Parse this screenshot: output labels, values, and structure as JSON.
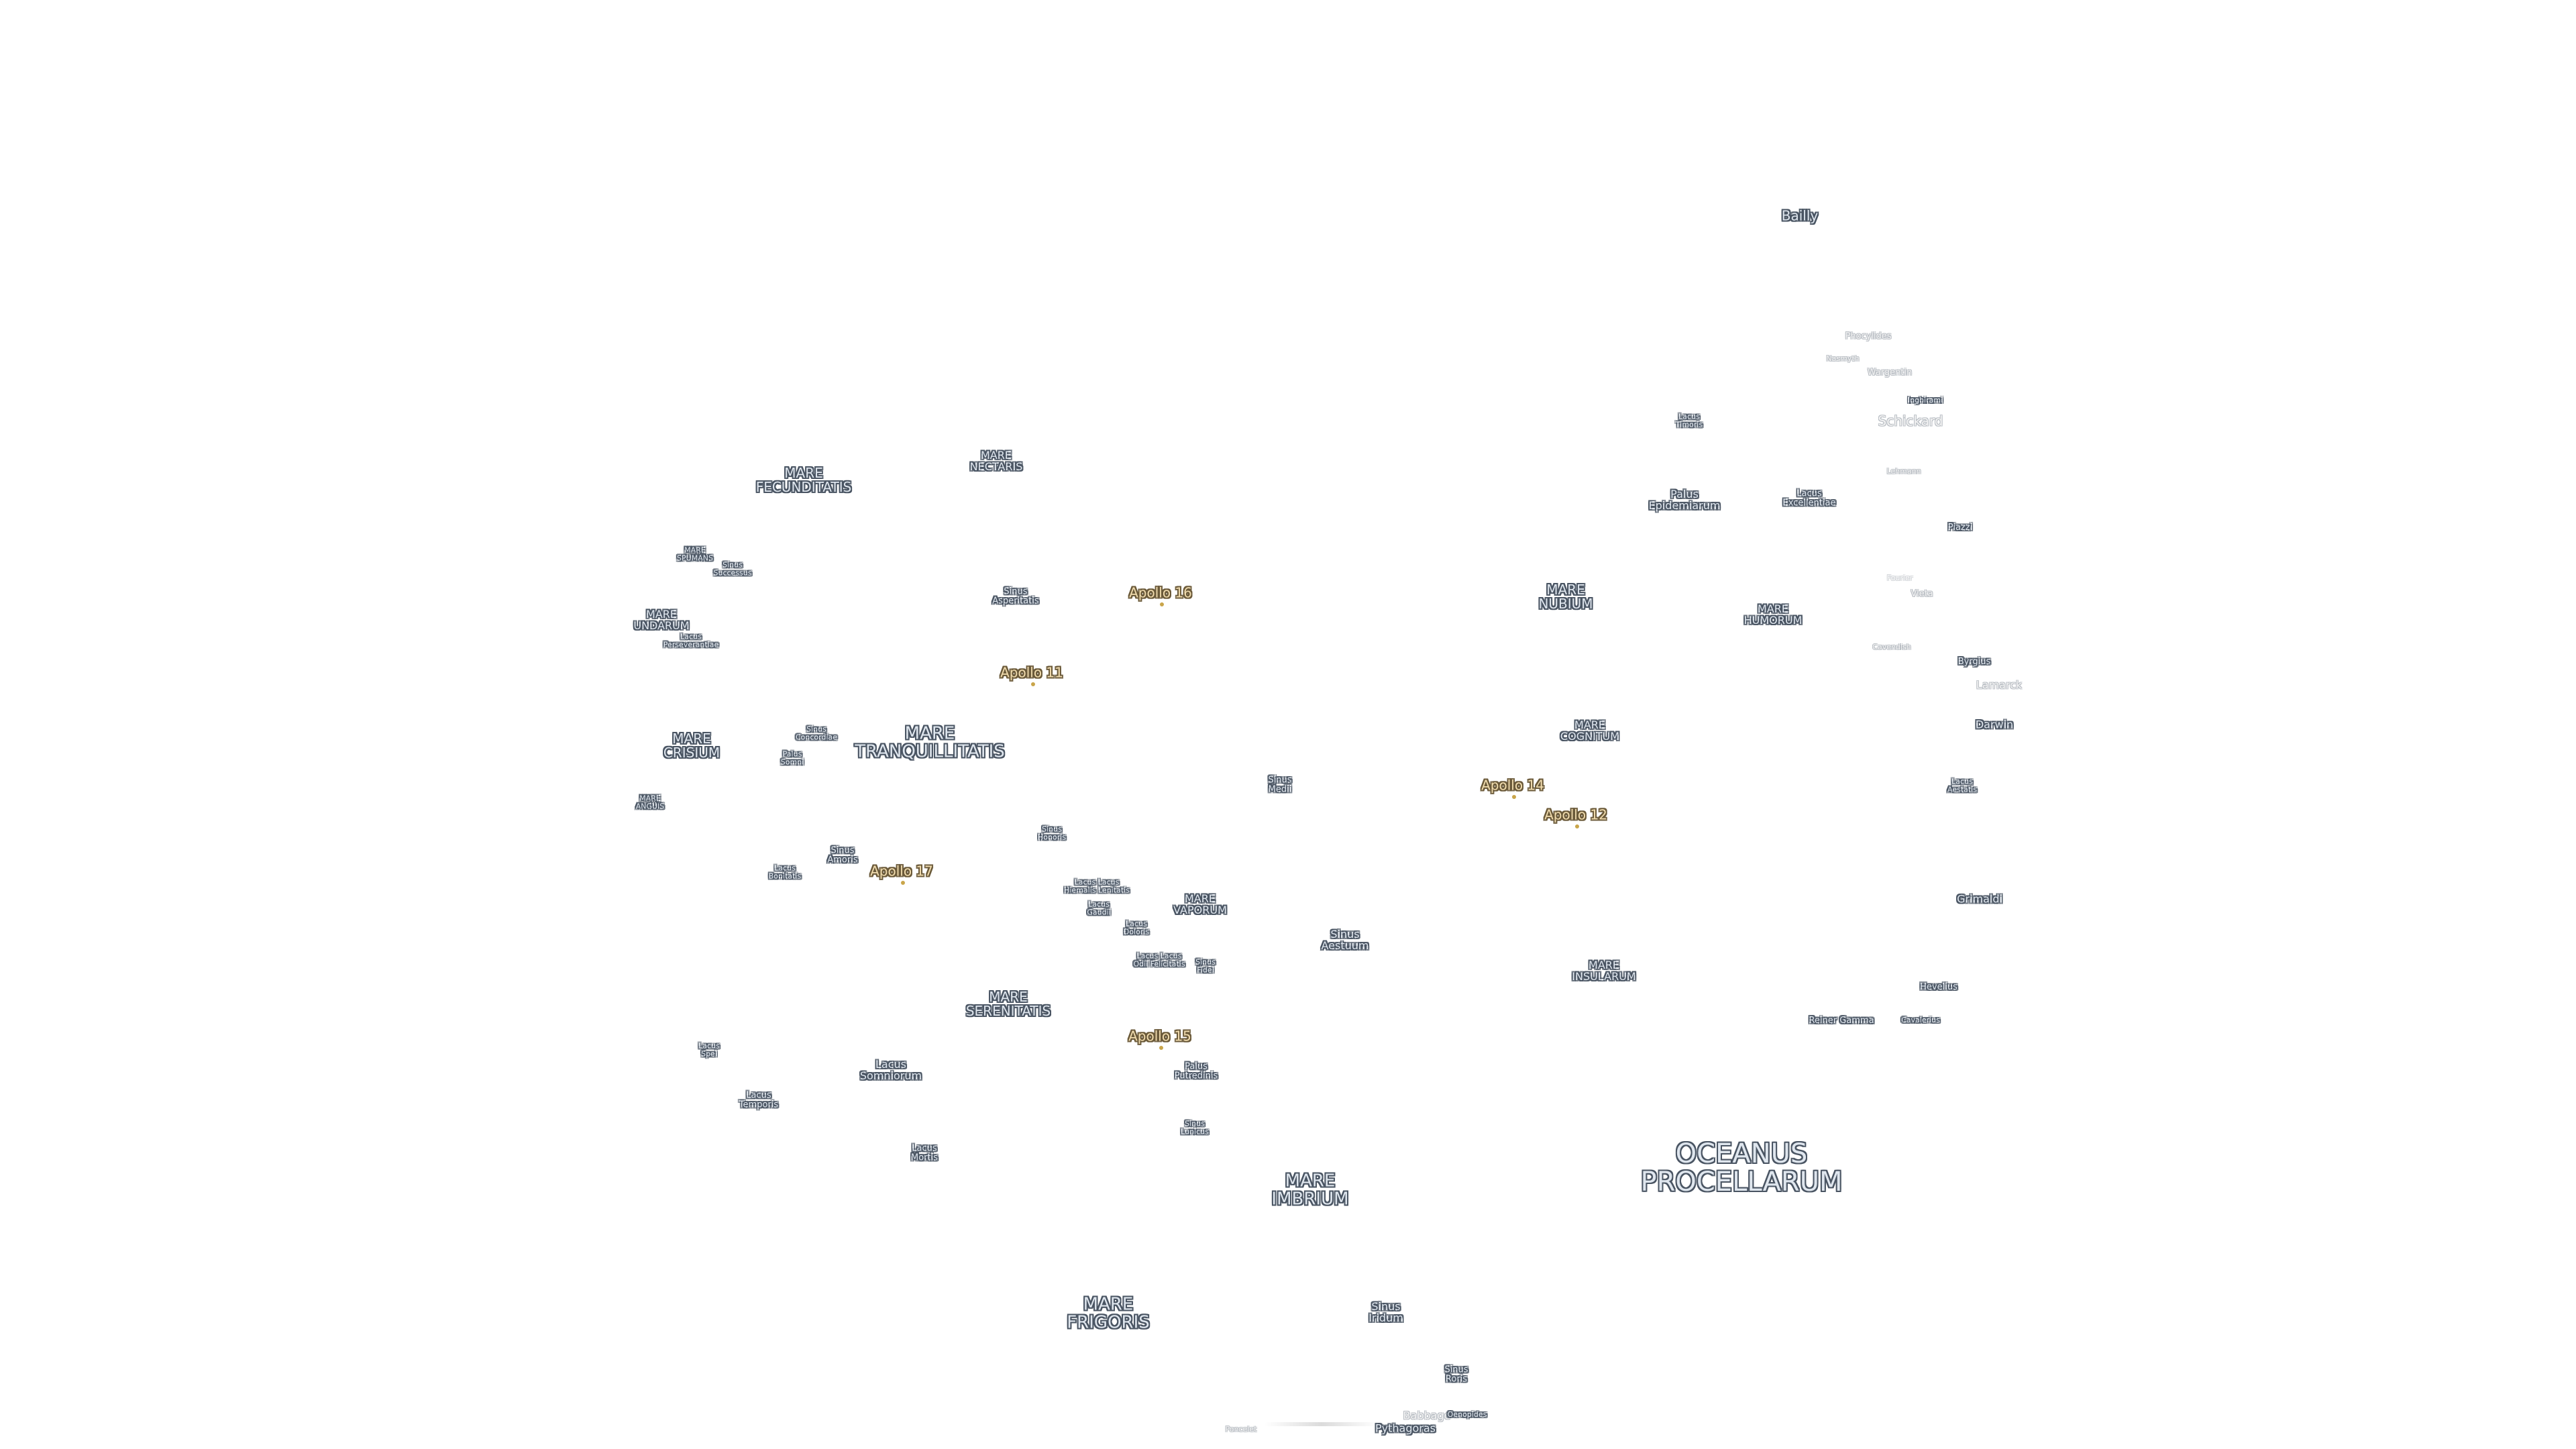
{
  "map": {
    "labels": [
      {
        "id": "bailly",
        "text": "Bailly",
        "kind": "crater",
        "sz": "m"
      },
      {
        "id": "phocylides",
        "text": "Phocylides",
        "kind": "faint",
        "sz": "xs"
      },
      {
        "id": "nasmyth",
        "text": "Nasmyth",
        "kind": "faint",
        "sz": "xxs"
      },
      {
        "id": "wargentin",
        "text": "Wargentin",
        "kind": "faint",
        "sz": "xs"
      },
      {
        "id": "inghirami",
        "text": "Inghirami",
        "kind": "crater",
        "sz": "xxs"
      },
      {
        "id": "schickard",
        "text": "Schickard",
        "kind": "faint",
        "sz": "m"
      },
      {
        "id": "lacus-timoris",
        "text": "Lacus\nTimoris",
        "kind": "feature",
        "sz": "xxs"
      },
      {
        "id": "lehmann",
        "text": "Lehmann",
        "kind": "faint",
        "sz": "xxs"
      },
      {
        "id": "palus-epidemiarum",
        "text": "Palus\nEpidemiarum",
        "kind": "feature",
        "sz": "s"
      },
      {
        "id": "lacus-excellentiae",
        "text": "Lacus\nExcellentiae",
        "kind": "feature",
        "sz": "xs"
      },
      {
        "id": "piazzi",
        "text": "Piazzi",
        "kind": "crater",
        "sz": "xs"
      },
      {
        "id": "mare-nubium",
        "text": "MARE\nNUBIUM",
        "kind": "mare",
        "sz": "m"
      },
      {
        "id": "fourier",
        "text": "Fourier",
        "kind": "faint2",
        "sz": "xxs"
      },
      {
        "id": "vieta",
        "text": "Vieta",
        "kind": "faint",
        "sz": "xs"
      },
      {
        "id": "mare-humorum",
        "text": "MARE\nHUMORUM",
        "kind": "mare",
        "sz": "s"
      },
      {
        "id": "cavendish",
        "text": "Cavendish",
        "kind": "faint",
        "sz": "xxs"
      },
      {
        "id": "byrgius",
        "text": "Byrgius",
        "kind": "crater",
        "sz": "xs"
      },
      {
        "id": "lamarck",
        "text": "Lamarck",
        "kind": "faint",
        "sz": "s"
      },
      {
        "id": "darwin",
        "text": "Darwin",
        "kind": "crater",
        "sz": "s"
      },
      {
        "id": "mare-cognitum",
        "text": "MARE\nCOGNITUM",
        "kind": "mare",
        "sz": "s"
      },
      {
        "id": "lacus-aestatis",
        "text": "Lacus\nAestatis",
        "kind": "feature",
        "sz": "xxs"
      },
      {
        "id": "grimaldi",
        "text": "Grimaldi",
        "kind": "crater",
        "sz": "s"
      },
      {
        "id": "mare-insularum",
        "text": "MARE\nINSULARUM",
        "kind": "mare",
        "sz": "s"
      },
      {
        "id": "hevelius",
        "text": "Hevelius",
        "kind": "crater",
        "sz": "xs"
      },
      {
        "id": "reiner-gamma",
        "text": "Reiner Gamma",
        "kind": "crater",
        "sz": "xs"
      },
      {
        "id": "cavalerius",
        "text": "Cavalerius",
        "kind": "crater",
        "sz": "xxs"
      },
      {
        "id": "oceanus-procellarum",
        "text": "OCEANUS\nPROCELLARUM",
        "kind": "mare",
        "sz": "xl"
      },
      {
        "id": "mare-fecunditatis",
        "text": "MARE\nFECUNDITATIS",
        "kind": "mare",
        "sz": "m"
      },
      {
        "id": "mare-nectaris",
        "text": "MARE\nNECTARIS",
        "kind": "mare",
        "sz": "s"
      },
      {
        "id": "mare-spumans",
        "text": "MARE\nSPUMANS",
        "kind": "mare",
        "sz": "xxs"
      },
      {
        "id": "sinus-successus",
        "text": "Sinus\nSuccessus",
        "kind": "feature",
        "sz": "xxs"
      },
      {
        "id": "sinus-asperitatis",
        "text": "Sinus\nAsperitatis",
        "kind": "feature",
        "sz": "xs"
      },
      {
        "id": "mare-undarum",
        "text": "MARE\nUNDARUM",
        "kind": "mare",
        "sz": "s"
      },
      {
        "id": "lacus-perseverantiae",
        "text": "Lacus\nPerseverantiae",
        "kind": "feature",
        "sz": "xxs"
      },
      {
        "id": "mare-crisium",
        "text": "MARE\nCRISIUM",
        "kind": "mare",
        "sz": "m"
      },
      {
        "id": "sinus-concordiae",
        "text": "Sinus\nConcordiae",
        "kind": "feature",
        "sz": "xxs"
      },
      {
        "id": "palus-somni",
        "text": "Palus\nSomni",
        "kind": "feature",
        "sz": "xxs"
      },
      {
        "id": "mare-tranquillitatis",
        "text": "MARE\nTRANQUILLITATIS",
        "kind": "mare",
        "sz": "l"
      },
      {
        "id": "mare-anguis",
        "text": "MARE\nANGUIS",
        "kind": "mare",
        "sz": "xxs"
      },
      {
        "id": "sinus-medii",
        "text": "Sinus\nMedii",
        "kind": "feature",
        "sz": "xs"
      },
      {
        "id": "sinus-honoris",
        "text": "Sinus\nHonoris",
        "kind": "feature",
        "sz": "xxs"
      },
      {
        "id": "lacus-bonitatis",
        "text": "Lacus\nBonitatis",
        "kind": "feature",
        "sz": "xxs"
      },
      {
        "id": "sinus-amoris",
        "text": "Sinus\nAmoris",
        "kind": "feature",
        "sz": "xs"
      },
      {
        "id": "lacus-lenitatis",
        "text": "Lacus Lacus\nHiemalis Lenitatis",
        "kind": "feature",
        "sz": "xxs"
      },
      {
        "id": "lacus-gaudii",
        "text": "Lacus\nGaudii",
        "kind": "feature",
        "sz": "xxs"
      },
      {
        "id": "mare-vaporum",
        "text": "MARE\nVAPORUM",
        "kind": "mare",
        "sz": "s"
      },
      {
        "id": "lacus-doloris",
        "text": "Lacus\nDoloris",
        "kind": "feature",
        "sz": "xxs"
      },
      {
        "id": "sinus-aestuum",
        "text": "Sinus\nAestuum",
        "kind": "feature",
        "sz": "s"
      },
      {
        "id": "lacus-odii",
        "text": "Lacus Lacus\nOdii Felicitatis",
        "kind": "feature",
        "sz": "xxs"
      },
      {
        "id": "sinus-fidei",
        "text": "Sinus\nFidei",
        "kind": "feature",
        "sz": "xxs"
      },
      {
        "id": "mare-serenitatis",
        "text": "MARE\nSERENITATIS",
        "kind": "mare",
        "sz": "m"
      },
      {
        "id": "lacus-spei",
        "text": "Lacus\nSpei",
        "kind": "feature",
        "sz": "xxs"
      },
      {
        "id": "lacus-somniorum",
        "text": "Lacus\nSomniorum",
        "kind": "feature",
        "sz": "s"
      },
      {
        "id": "lacus-temporis",
        "text": "Lacus\nTemporis",
        "kind": "feature",
        "sz": "xs"
      },
      {
        "id": "palus-putredinis",
        "text": "Palus\nPutredinis",
        "kind": "feature",
        "sz": "xs"
      },
      {
        "id": "sinus-lunicus",
        "text": "Sinus\nLunicus",
        "kind": "feature",
        "sz": "xxs"
      },
      {
        "id": "lacus-mortis",
        "text": "Lacus\nMortis",
        "kind": "feature",
        "sz": "xs"
      },
      {
        "id": "mare-imbrium",
        "text": "MARE\nIMBRIUM",
        "kind": "mare",
        "sz": "l"
      },
      {
        "id": "mare-frigoris",
        "text": "MARE\nFRIGORIS",
        "kind": "mare",
        "sz": "l"
      },
      {
        "id": "sinus-iridum",
        "text": "Sinus\nIridum",
        "kind": "feature",
        "sz": "s"
      },
      {
        "id": "sinus-roris",
        "text": "Sinus\nRoris",
        "kind": "feature",
        "sz": "xs"
      },
      {
        "id": "babbage",
        "text": "Babbage",
        "kind": "faint",
        "sz": "s"
      },
      {
        "id": "oenopides",
        "text": "Oenopides",
        "kind": "crater",
        "sz": "xxs"
      },
      {
        "id": "pythagoras",
        "text": "Pythagoras",
        "kind": "crater",
        "sz": "s"
      },
      {
        "id": "poncelet",
        "text": "Poncelet",
        "kind": "faint",
        "sz": "xxs"
      }
    ],
    "apollo_sites": [
      {
        "id": "apollo-16",
        "text": "Apollo 16"
      },
      {
        "id": "apollo-11",
        "text": "Apollo 11"
      },
      {
        "id": "apollo-14",
        "text": "Apollo 14"
      },
      {
        "id": "apollo-12",
        "text": "Apollo 12"
      },
      {
        "id": "apollo-17",
        "text": "Apollo 17"
      },
      {
        "id": "apollo-15",
        "text": "Apollo 15"
      }
    ]
  }
}
